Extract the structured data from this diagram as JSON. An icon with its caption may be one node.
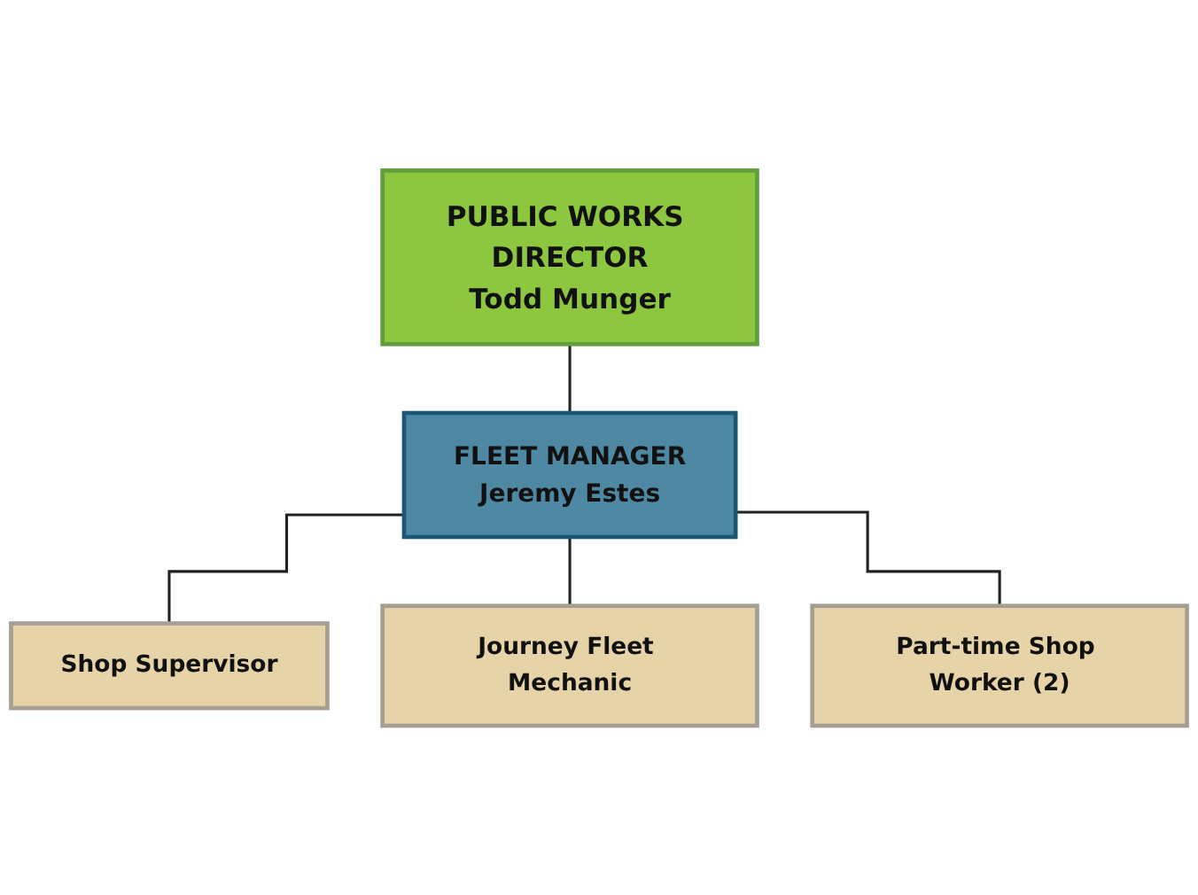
{
  "diagram": {
    "nodes": [
      {
        "text": [
          "PUBLIC WORKS DIRECTOR",
          "Todd Munger"
        ]
      },
      {
        "text": [
          "FLEET MANAGER",
          "Jeremy Estes"
        ]
      },
      {
        "text": [
          "Shop Supervisor"
        ]
      },
      {
        "text": [
          "Journey Fleet Mechanic"
        ]
      },
      {
        "text": [
          "Part-time Shop Worker (2)"
        ]
      }
    ],
    "edges": [
      {
        "from": 0,
        "to": 1,
        "arrow": "none"
      },
      {
        "from": 1,
        "to": 2,
        "arrow": "none"
      },
      {
        "from": 1,
        "to": 3,
        "arrow": "none"
      },
      {
        "from": 1,
        "to": 4,
        "arrow": "none"
      }
    ]
  }
}
